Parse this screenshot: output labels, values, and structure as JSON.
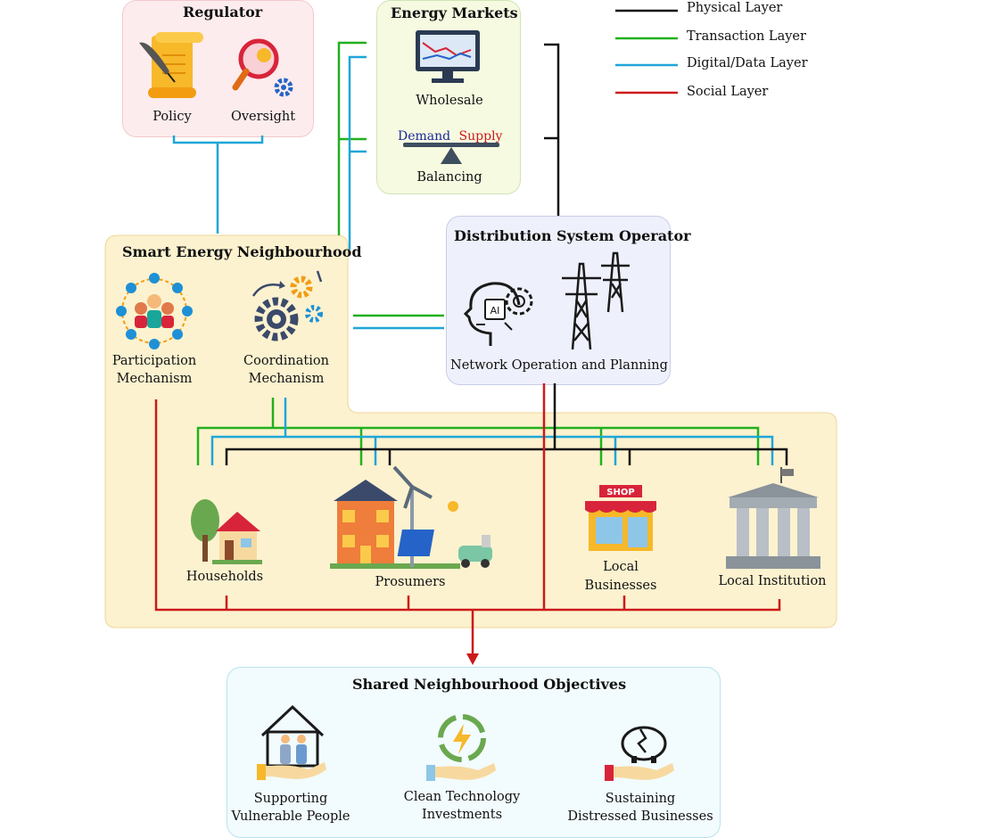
{
  "legend": {
    "physical": "Physical Layer",
    "transaction": "Transaction Layer",
    "digital": "Digital/Data Layer",
    "social": "Social Layer"
  },
  "colors": {
    "physical": "#111111",
    "transaction": "#22b01f",
    "digital": "#1fa6d8",
    "social": "#cc1a1a"
  },
  "regulator": {
    "title": "Regulator",
    "policy": "Policy",
    "oversight": "Oversight"
  },
  "markets": {
    "title": "Energy Markets",
    "wholesale": "Wholesale",
    "demand": "Demand",
    "supply": "Supply",
    "balancing": "Balancing"
  },
  "dso": {
    "title": "Distribution System Operator",
    "subtitle": "Network Operation and Planning",
    "ai": "AI"
  },
  "sen": {
    "title": "Smart Energy Neighbourhood",
    "participation_1": "Participation",
    "participation_2": "Mechanism",
    "coordination_1": "Coordination",
    "coordination_2": "Mechanism",
    "households": "Households",
    "prosumers": "Prosumers",
    "local_businesses_1": "Local",
    "local_businesses_2": "Businesses",
    "local_institution": "Local Institution",
    "shop_sign": "SHOP"
  },
  "objectives": {
    "title": "Shared Neighbourhood Objectives",
    "o1_1": "Supporting",
    "o1_2": "Vulnerable People",
    "o2_1": "Clean Technology",
    "o2_2": "Investments",
    "o3_1": "Sustaining",
    "o3_2": "Distressed Businesses"
  }
}
